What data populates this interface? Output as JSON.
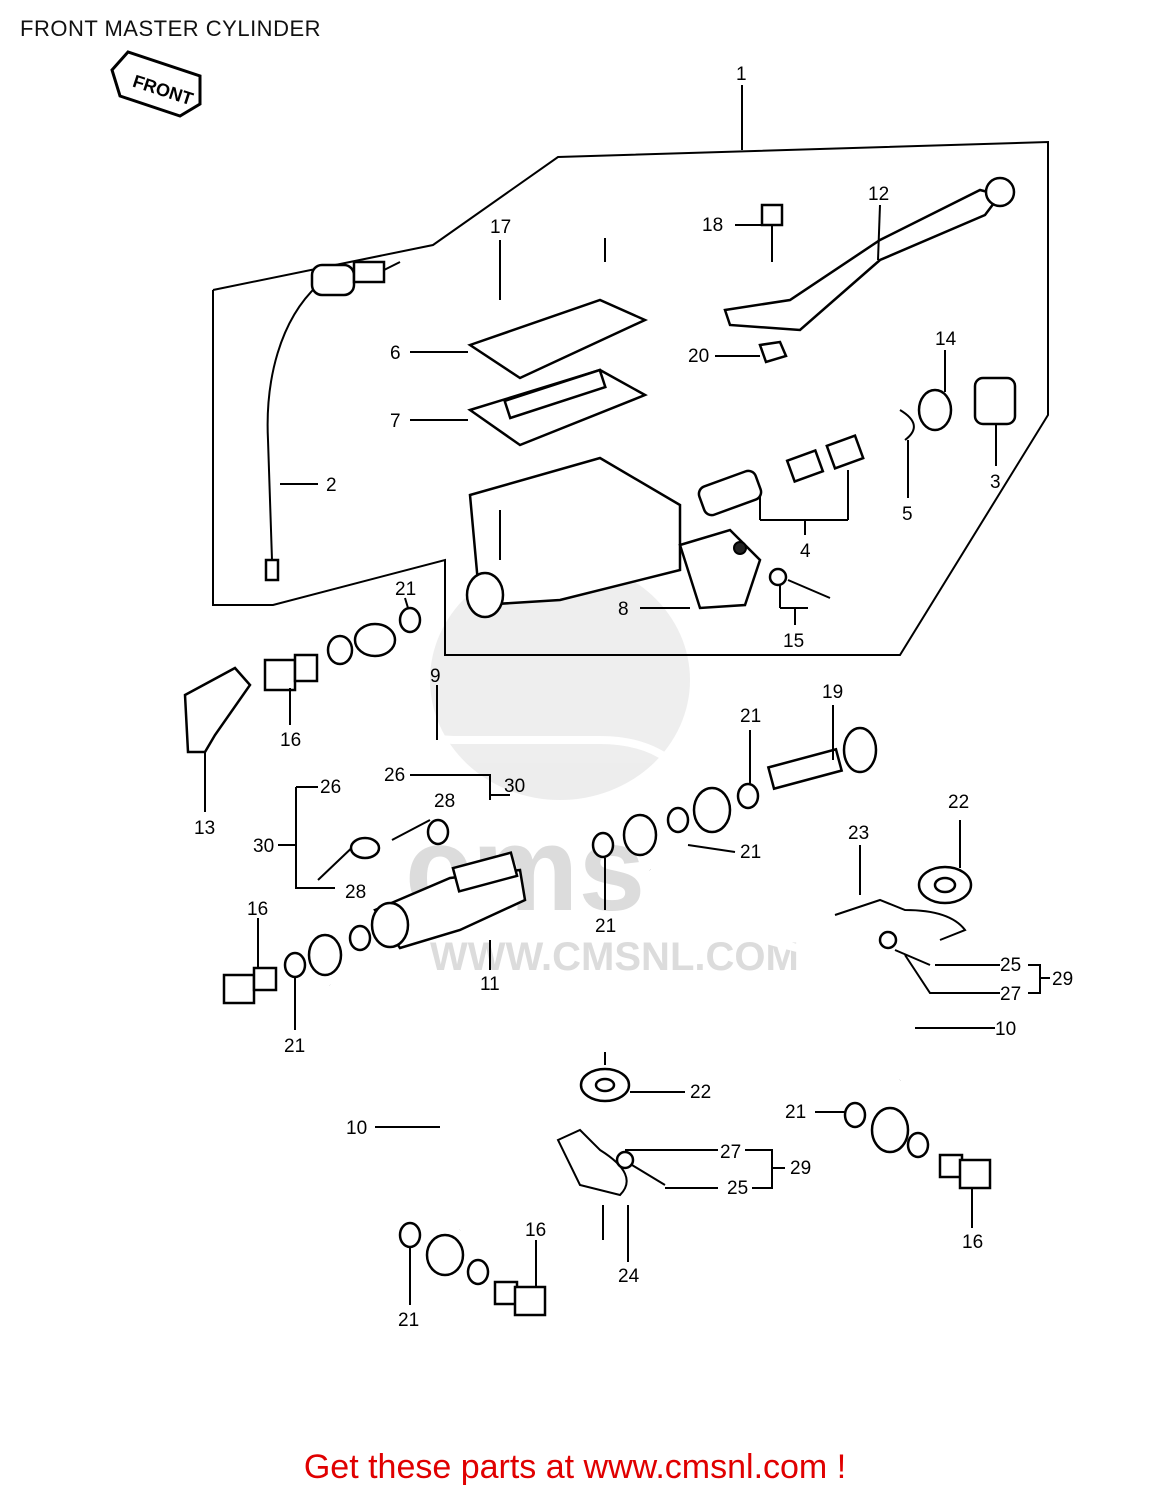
{
  "header": {
    "title": "FRONT MASTER CYLINDER"
  },
  "front_arrow": {
    "label": "FRONT"
  },
  "watermark": {
    "brand": "cms",
    "url": "WWW.CMSNL.COM"
  },
  "callouts": {
    "n1": "1",
    "n2": "2",
    "n3": "3",
    "n4": "4",
    "n5": "5",
    "n6": "6",
    "n7": "7",
    "n8": "8",
    "n9": "9",
    "n10a": "10",
    "n10b": "10",
    "n11": "11",
    "n12": "12",
    "n13": "13",
    "n14": "14",
    "n15": "15",
    "n16a": "16",
    "n16b": "16",
    "n16c": "16",
    "n16d": "16",
    "n17": "17",
    "n18": "18",
    "n19": "19",
    "n20": "20",
    "n21a": "21",
    "n21b": "21",
    "n21c": "21",
    "n21d": "21",
    "n21e": "21",
    "n21f": "21",
    "n21g": "21",
    "n22a": "22",
    "n22b": "22",
    "n23": "23",
    "n24": "24",
    "n25a": "25",
    "n25b": "25",
    "n26a": "26",
    "n26b": "26",
    "n27a": "27",
    "n27b": "27",
    "n28a": "28",
    "n28b": "28",
    "n29a": "29",
    "n29b": "29",
    "n30a": "30",
    "n30b": "30"
  },
  "footer": {
    "promo_text": "Get these parts at www.cmsnl.com !"
  }
}
